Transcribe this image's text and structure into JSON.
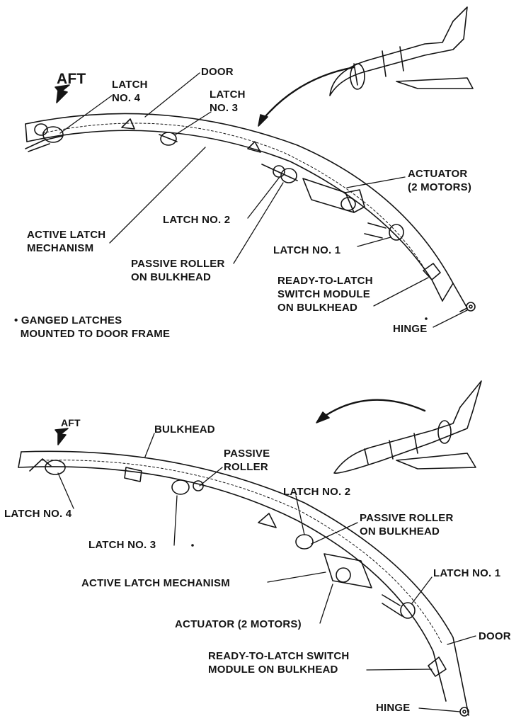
{
  "top_panel": {
    "direction_label": "AFT",
    "labels": {
      "latch_no_4": "LATCH\nNO. 4",
      "door": "DOOR",
      "latch_no_3": "LATCH\nNO. 3",
      "actuator": "ACTUATOR\n(2 MOTORS)",
      "latch_no_2": "LATCH NO. 2",
      "active_latch_mechanism": "ACTIVE LATCH\nMECHANISM",
      "latch_no_1": "LATCH NO. 1",
      "passive_roller_on_bulkhead": "PASSIVE ROLLER\nON BULKHEAD",
      "ready_to_latch": "READY-TO-LATCH\nSWITCH MODULE\nON BULKHEAD",
      "hinge": "HINGE"
    },
    "note": "• GANGED LATCHES\n  MOUNTED TO DOOR FRAME"
  },
  "bottom_panel": {
    "direction_label": "AFT",
    "labels": {
      "bulkhead": "BULKHEAD",
      "passive_roller": "PASSIVE\nROLLER",
      "latch_no_4": "LATCH NO. 4",
      "latch_no_2": "LATCH NO. 2",
      "latch_no_3": "LATCH NO. 3",
      "passive_roller_on_bulkhead": "PASSIVE ROLLER\nON BULKHEAD",
      "active_latch_mechanism": "ACTIVE LATCH MECHANISM",
      "latch_no_1": "LATCH NO. 1",
      "actuator": "ACTUATOR (2 MOTORS)",
      "door": "DOOR",
      "ready_to_latch": "READY-TO-LATCH SWITCH\nMODULE ON BULKHEAD",
      "hinge": "HINGE"
    }
  },
  "colors": {
    "ink": "#141414",
    "paper": "#ffffff"
  }
}
